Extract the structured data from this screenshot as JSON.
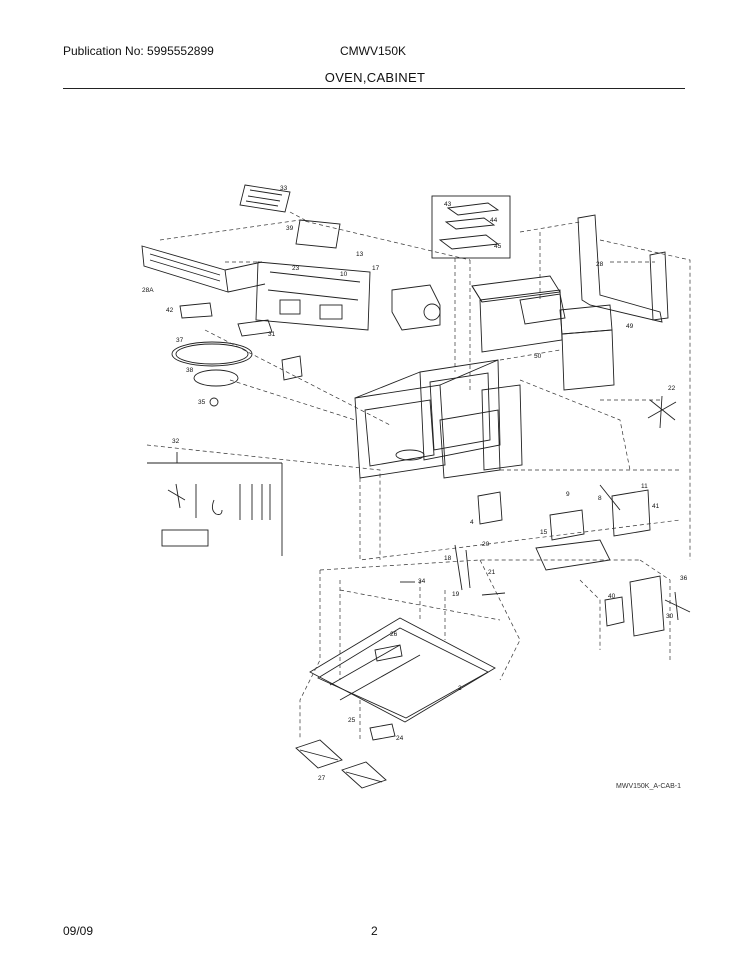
{
  "header": {
    "publication": "Publication No: 5995552899",
    "model": "CMWV150K",
    "title": "OVEN,CABINET"
  },
  "diagram": {
    "code": "MWV150K_A-CAB-1",
    "callouts": [
      "33",
      "39",
      "28A",
      "42",
      "37",
      "38",
      "35",
      "31",
      "13",
      "17",
      "10",
      "43",
      "44",
      "45",
      "28",
      "49",
      "50",
      "22",
      "32",
      "11",
      "15",
      "8",
      "9",
      "4",
      "20",
      "18",
      "21",
      "19",
      "34",
      "26",
      "2",
      "25",
      "24",
      "27",
      "40",
      "41",
      "36",
      "30",
      "23"
    ]
  },
  "footer": {
    "date": "09/09",
    "page": "2"
  }
}
